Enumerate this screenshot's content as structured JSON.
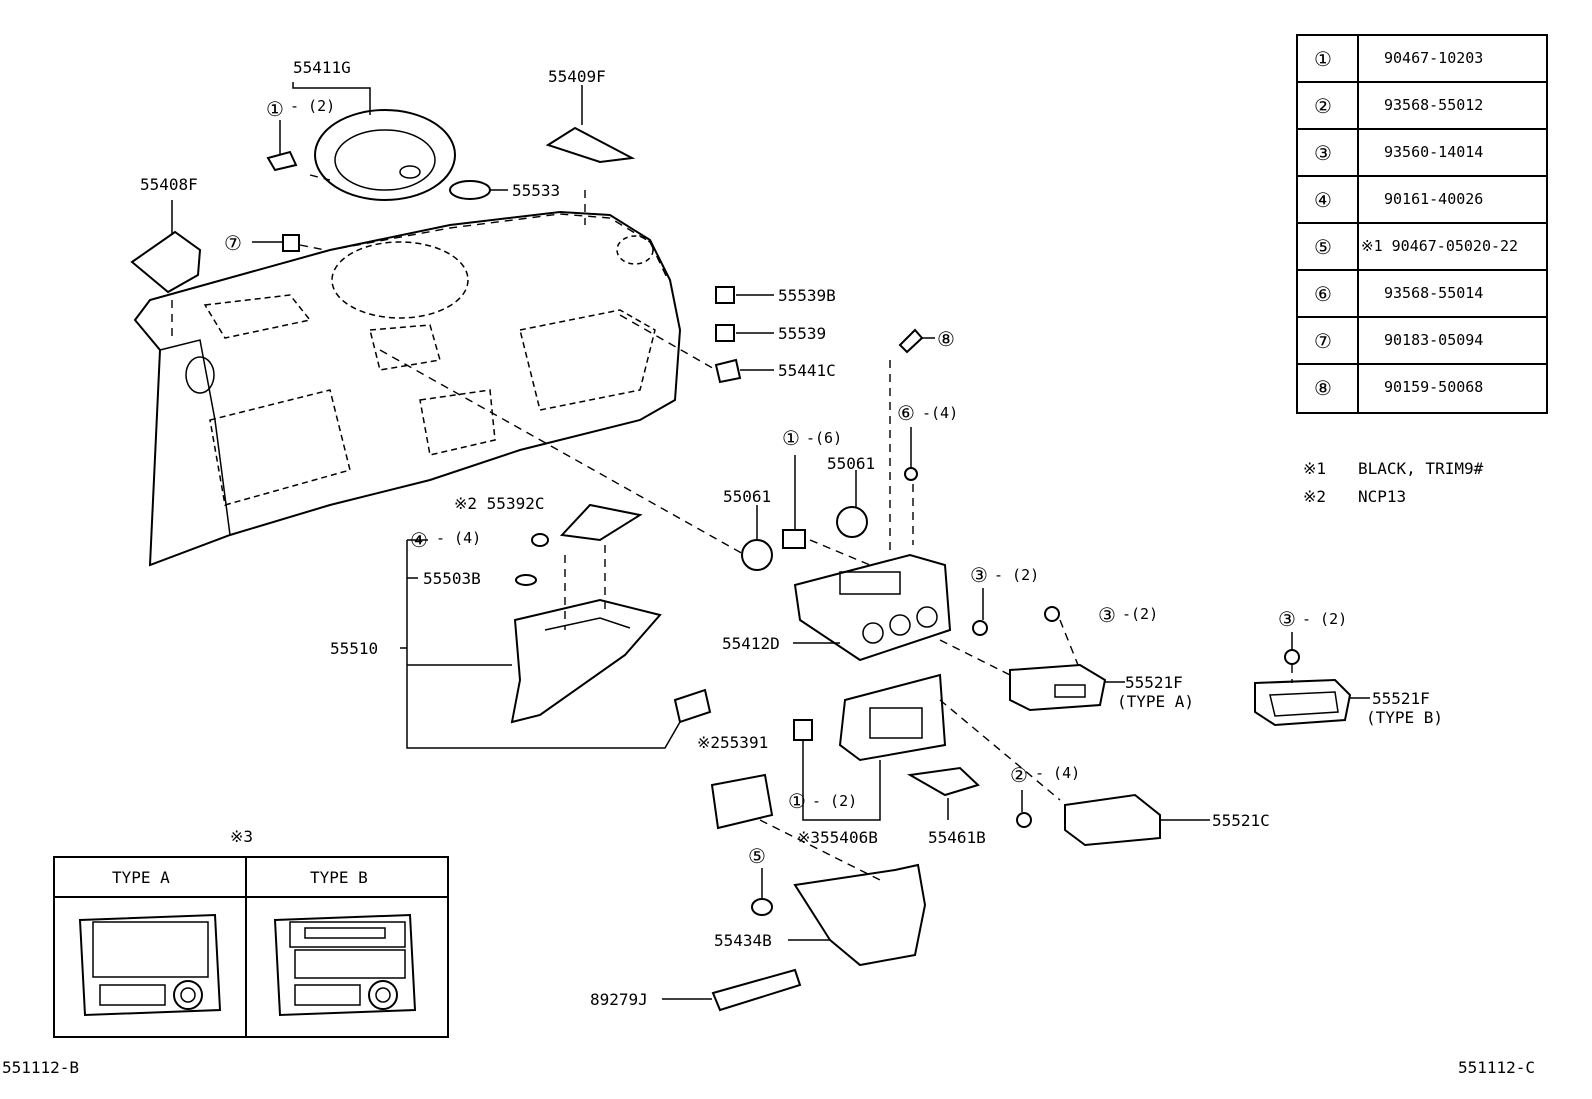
{
  "part_labels": {
    "p55411G": "55411G",
    "p55409F": "55409F",
    "p55408F": "55408F",
    "p55533": "55533",
    "p55539B": "55539B",
    "p55539": "55539",
    "p55441C": "55441C",
    "p55061_left": "55061",
    "p55061_right": "55061",
    "p55392C": "※2 55392C",
    "p55503B": "55503B",
    "p55510": "55510",
    "p55412D": "55412D",
    "p55521F_a": "55521F",
    "p55521F_a_type": "(TYPE A)",
    "p55521F_b": "55521F",
    "p55521F_b_type": "(TYPE B)",
    "p55391": "※255391",
    "p55406B": "※355406B",
    "p55461B": "55461B",
    "p55521C": "55521C",
    "p55434B": "55434B",
    "p89279J": "89279J"
  },
  "callouts": {
    "c1_top": {
      "num": "①",
      "qty": "- (2)"
    },
    "c7": {
      "num": "⑦",
      "qty": ""
    },
    "c8": {
      "num": "⑧",
      "qty": ""
    },
    "c6": {
      "num": "⑥",
      "qty": "-(4)"
    },
    "c1_mid": {
      "num": "①",
      "qty": "-(6)"
    },
    "c4": {
      "num": "④",
      "qty": "- (4)"
    },
    "c3_a": {
      "num": "③",
      "qty": "- (2)"
    },
    "c3_b": {
      "num": "③",
      "qty": "-(2)"
    },
    "c3_c": {
      "num": "③",
      "qty": "- (2)"
    },
    "c2": {
      "num": "②",
      "qty": "- (4)"
    },
    "c1_low": {
      "num": "①",
      "qty": "- (2)"
    },
    "c5": {
      "num": "⑤",
      "qty": ""
    }
  },
  "parts_table": [
    {
      "ref": "①",
      "part_no": "90467-10203"
    },
    {
      "ref": "②",
      "part_no": "93568-55012"
    },
    {
      "ref": "③",
      "part_no": "93560-14014"
    },
    {
      "ref": "④",
      "part_no": "90161-40026"
    },
    {
      "ref": "⑤",
      "part_no": "※1 90467-05020-22"
    },
    {
      "ref": "⑥",
      "part_no": "93568-55014"
    },
    {
      "ref": "⑦",
      "part_no": "90183-05094"
    },
    {
      "ref": "⑧",
      "part_no": "90159-50068"
    }
  ],
  "notes": [
    {
      "mark": "※1",
      "text": "BLACK, TRIM9#"
    },
    {
      "mark": "※2",
      "text": "NCP13"
    }
  ],
  "type_box": {
    "title": "※3",
    "col_a": "TYPE A",
    "col_b": "TYPE B"
  },
  "footer": {
    "left": "551112-B",
    "right": "551112-C"
  }
}
